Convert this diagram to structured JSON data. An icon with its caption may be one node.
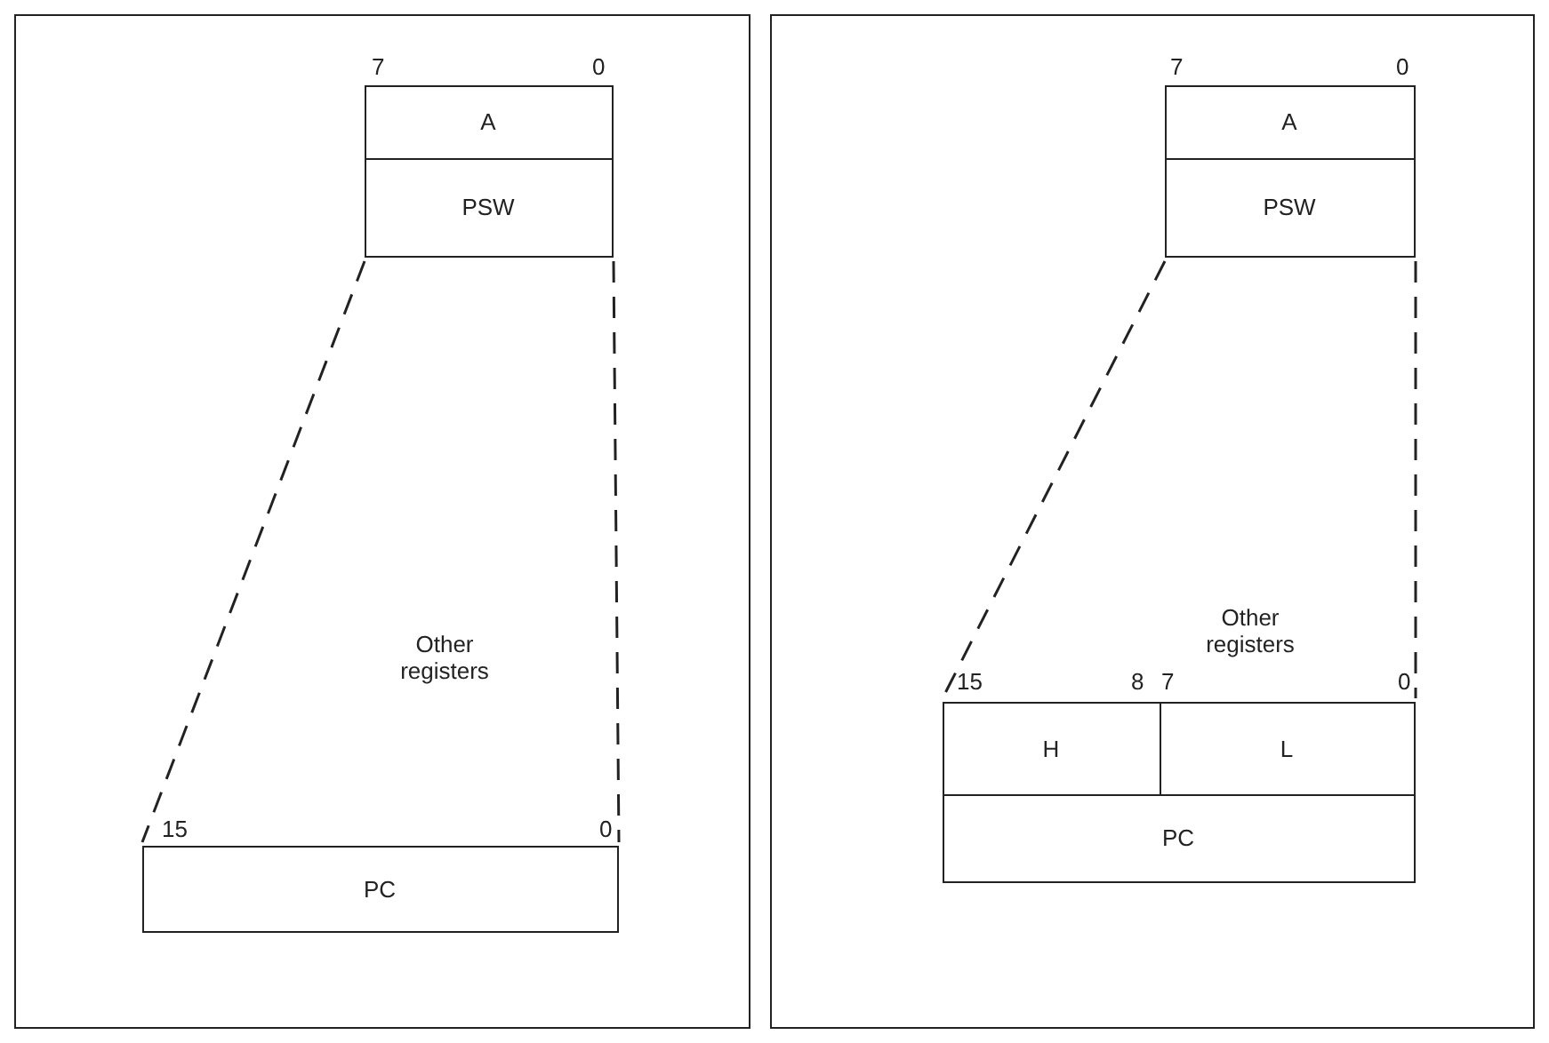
{
  "diagram": {
    "nodes": [
      {
        "text": [],
        "shape": "box"
      },
      {
        "text": [
          "A"
        ],
        "in": 0
      },
      {
        "text": [
          "PSW"
        ],
        "in": 0
      },
      {
        "text": [
          "PC"
        ],
        "in": 0
      },
      {
        "text": [],
        "shape": "box"
      },
      {
        "text": [
          "A"
        ],
        "in": 4
      },
      {
        "text": [
          "PSW"
        ],
        "in": 4
      },
      {
        "text": [
          "H"
        ],
        "in": 4
      },
      {
        "text": [
          "L"
        ],
        "in": 4
      },
      {
        "text": [
          "PC"
        ],
        "in": 4
      }
    ],
    "edges": [
      {
        "from": 2,
        "to": 3,
        "arrow": "none",
        "style": "dashed"
      },
      {
        "from": 2,
        "to": 3,
        "arrow": "none",
        "style": "dashed"
      },
      {
        "from": 6,
        "to": 7,
        "arrow": "none",
        "style": "dashed"
      },
      {
        "from": 6,
        "to": 8,
        "arrow": "none",
        "style": "dashed"
      }
    ],
    "labels": [
      "7",
      "0",
      "Other registers",
      "15",
      "0",
      "7",
      "0",
      "Other registers",
      "15",
      "8",
      "7",
      "0"
    ]
  }
}
